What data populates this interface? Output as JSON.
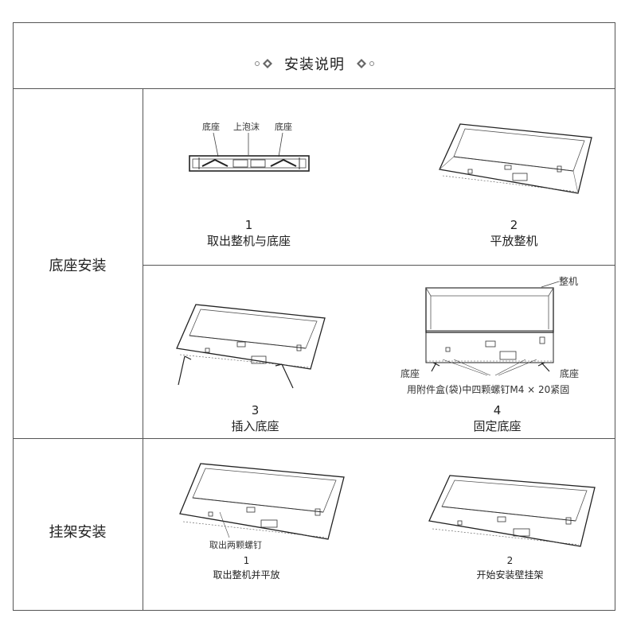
{
  "title": "安装说明",
  "sections": {
    "base": {
      "label": "底座安装",
      "steps": [
        {
          "num": "1",
          "caption": "取出整机与底座",
          "callouts": {
            "left": "底座",
            "middle": "上泡沫",
            "right": "底座"
          }
        },
        {
          "num": "2",
          "caption": "平放整机"
        },
        {
          "num": "3",
          "caption": "插入底座"
        },
        {
          "num": "4",
          "caption": "固定底座",
          "callouts": {
            "top": "整机",
            "left": "底座",
            "right": "底座",
            "note": "用附件盒(袋)中四颗螺钉M4 × 20紧固"
          }
        }
      ]
    },
    "wall": {
      "label": "挂架安装",
      "steps": [
        {
          "num": "1",
          "caption": "取出整机并平放",
          "callouts": {
            "note": "取出两颗螺钉"
          }
        },
        {
          "num": "2",
          "caption": "开始安装壁挂架"
        }
      ]
    }
  }
}
